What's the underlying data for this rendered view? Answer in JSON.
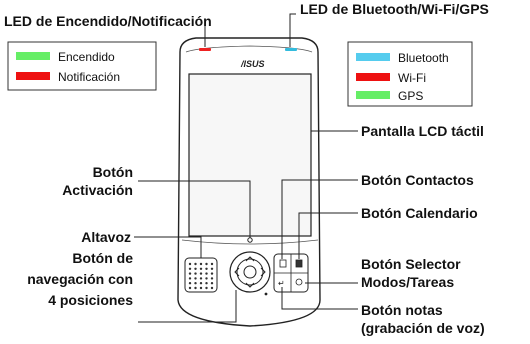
{
  "led_labels": {
    "power": "LED de Encendido/Notificación",
    "wireless": "LED de Bluetooth/Wi-Fi/GPS"
  },
  "legend_left": [
    {
      "label": "Encendido",
      "color": "#66ee66"
    },
    {
      "label": "Notificación",
      "color": "#ee1111"
    }
  ],
  "legend_right": [
    {
      "label": "Bluetooth",
      "color": "#55ccee"
    },
    {
      "label": "Wi-Fi",
      "color": "#ee1111"
    },
    {
      "label": "GPS",
      "color": "#66ee66"
    }
  ],
  "device": {
    "brand": "/ISUS",
    "led_power_color": "#ee2222",
    "led_wireless_color": "#33bbdd"
  },
  "callouts": {
    "screen": "Pantalla LCD táctil",
    "activation_line1": "Botón",
    "activation_line2": "Activación",
    "contacts": "Botón Contactos",
    "speaker": "Altavoz",
    "calendar": "Botón Calendario",
    "nav_line1": "Botón de",
    "nav_line2": "navegación con",
    "nav_line3": "4 posiciones",
    "selector_line1": "Botón Selector",
    "selector_line2": "Modos/Tareas",
    "notes_line1": "Botón notas",
    "notes_line2": "(grabación de voz)"
  }
}
